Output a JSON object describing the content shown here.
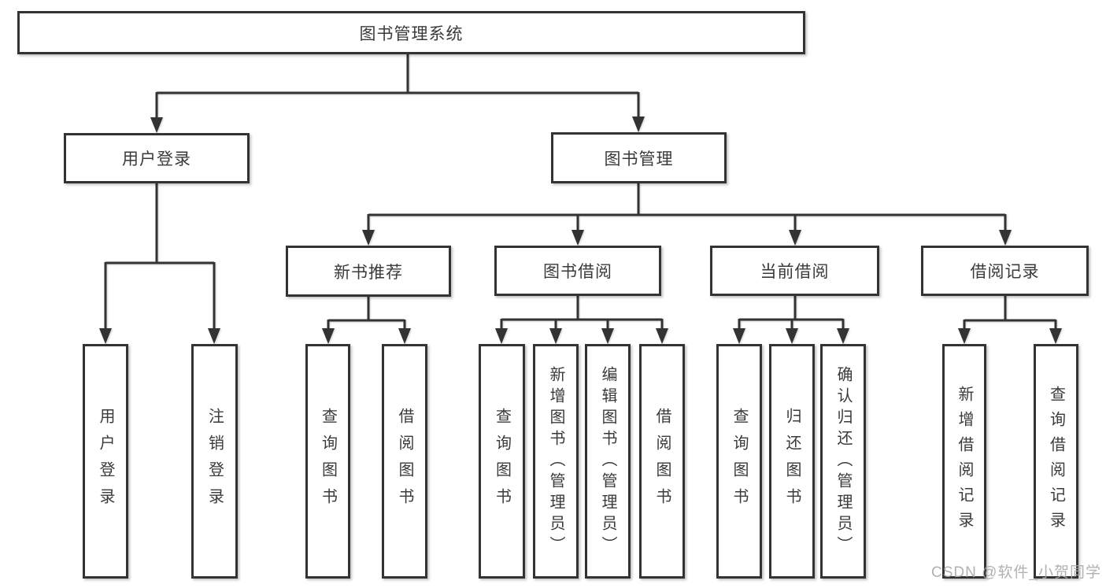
{
  "diagram_title": "图书管理系统",
  "nodes": {
    "root": "图书管理系统",
    "user_login_module": "用户登录",
    "book_management_module": "图书管理",
    "new_book_recommend": "新书推荐",
    "book_borrowing": "图书借阅",
    "current_borrowing": "当前借阅",
    "borrowing_records": "借阅记录",
    "leaf_user_login": "用户登录",
    "leaf_logout": "注销登录",
    "leaf_nbr_query": "查询图书",
    "leaf_nbr_borrow": "借阅图书",
    "leaf_bb_query": "查询图书",
    "leaf_bb_add": "新增图书（管理员）",
    "leaf_bb_edit": "编辑图书（管理员）",
    "leaf_bb_borrow": "借阅图书",
    "leaf_cb_query": "查询图书",
    "leaf_cb_return": "归还图书",
    "leaf_cb_confirm": "确认归还（管理员）",
    "leaf_br_add": "新增借阅记录",
    "leaf_br_query": "查询借阅记录"
  },
  "watermark": {
    "text": "CSDN @软件_小贺同学"
  },
  "colors": {
    "line": "#333333",
    "box_border": "#333333",
    "box_fill": "#ffffff",
    "text": "#3a3a3a",
    "watermark": "#a8a8a8",
    "background": "#ffffff"
  }
}
